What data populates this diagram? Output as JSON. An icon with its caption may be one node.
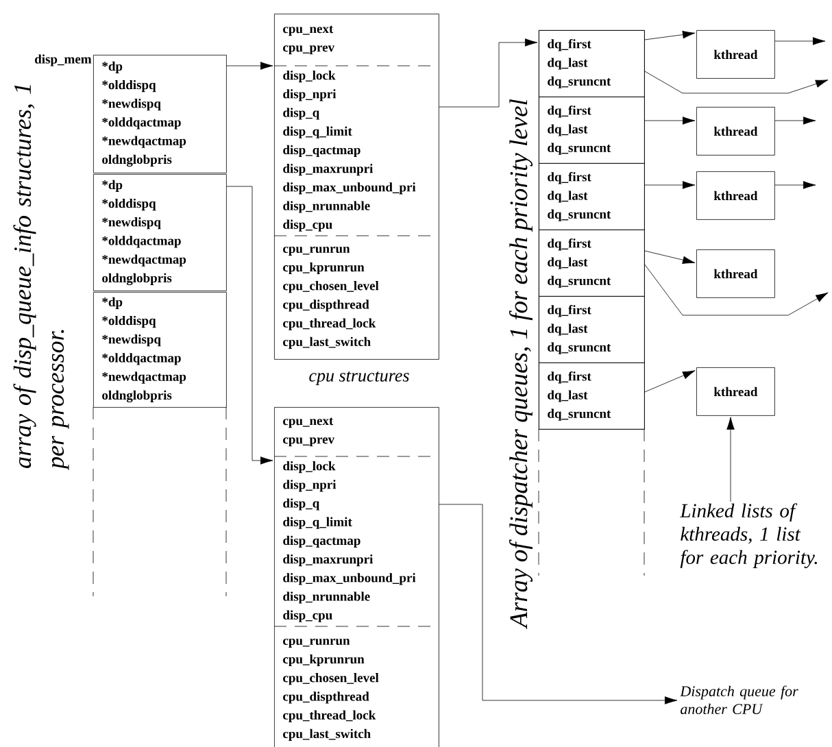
{
  "diagram": {
    "nodes": [
      {
        "text": [
          "*dp",
          "*olddispq",
          "*newdispq",
          "*olddqactmap",
          "*newdqactmap",
          "oldnglobpris"
        ],
        "beside": [
          "disp_mem"
        ]
      },
      {
        "text": [
          "*dp",
          "*olddispq",
          "*newdispq",
          "*olddqactmap",
          "*newdqactmap",
          "oldnglobpris"
        ]
      },
      {
        "text": [
          "*dp",
          "*olddispq",
          "*newdispq",
          "*olddqactmap",
          "*newdqactmap",
          "oldnglobpris"
        ]
      },
      {
        "text": [],
        "shape": "box"
      },
      {
        "text": [
          "cpu_next",
          "cpu_prev"
        ],
        "in": 3
      },
      {
        "text": [
          "disp_lock",
          "disp_npri",
          "disp_q",
          "disp_q_limit",
          "disp_qactmap",
          "disp_maxrunpri",
          "disp_max_unbound_pri",
          "disp_nrunnable",
          "disp_cpu"
        ],
        "in": 3
      },
      {
        "text": [
          "cpu_runrun",
          "cpu_kprunrun",
          "cpu_chosen_level",
          "cpu_dispthread",
          "cpu_thread_lock",
          "cpu_last_switch"
        ],
        "in": 3
      },
      {
        "text": [],
        "shape": "box"
      },
      {
        "text": [
          "cpu_next",
          "cpu_prev"
        ],
        "in": 7
      },
      {
        "text": [
          "disp_lock",
          "disp_npri",
          "disp_q",
          "disp_q_limit",
          "disp_qactmap",
          "disp_maxrunpri",
          "disp_max_unbound_pri",
          "disp_nrunnable",
          "disp_cpu"
        ],
        "in": 7
      },
      {
        "text": [
          "cpu_runrun",
          "cpu_kprunrun",
          "cpu_chosen_level",
          "cpu_dispthread",
          "cpu_thread_lock",
          "cpu_last_switch"
        ],
        "in": 7
      },
      {
        "text": [],
        "shape": "box"
      },
      {
        "text": [
          "dq_first",
          "dq_last",
          "dq_sruncnt"
        ],
        "in": 11
      },
      {
        "text": [
          "dq_first",
          "dq_last",
          "dq_sruncnt"
        ],
        "in": 11
      },
      {
        "text": [
          "dq_first",
          "dq_last",
          "dq_sruncnt"
        ],
        "in": 11
      },
      {
        "text": [
          "dq_first",
          "dq_last",
          "dq_sruncnt"
        ],
        "in": 11
      },
      {
        "text": [
          "dq_first",
          "dq_last",
          "dq_sruncnt"
        ],
        "in": 11
      },
      {
        "text": [
          "dq_first",
          "dq_last",
          "dq_sruncnt"
        ],
        "in": 11
      },
      {
        "text": [
          "kthread"
        ]
      },
      {
        "text": [
          "kthread"
        ]
      },
      {
        "text": [
          "kthread"
        ]
      },
      {
        "text": [
          "kthread"
        ]
      },
      {
        "text": [
          "kthread"
        ]
      },
      {
        "text": [
          "Linked lists of kthreads, 1 list for each priority."
        ]
      },
      {
        "text": [
          "Dispatch queue for another CPU"
        ]
      }
    ],
    "edges": [
      {
        "from": 0,
        "to": 5,
        "arrow": "to"
      },
      {
        "from": 1,
        "to": 9,
        "arrow": "to"
      },
      {
        "from": 5,
        "to": 12,
        "arrow": "to"
      },
      {
        "from": 12,
        "to": 18,
        "arrow": "to"
      },
      {
        "from": 12,
        "to": null,
        "arrow": "to"
      },
      {
        "from": 18,
        "to": null,
        "arrow": "to"
      },
      {
        "from": 13,
        "to": 19,
        "arrow": "to"
      },
      {
        "from": 19,
        "to": null,
        "arrow": "to"
      },
      {
        "from": 14,
        "to": 20,
        "arrow": "to"
      },
      {
        "from": 20,
        "to": null,
        "arrow": "to"
      },
      {
        "from": 15,
        "to": 21,
        "arrow": "to"
      },
      {
        "from": 15,
        "to": null,
        "arrow": "to"
      },
      {
        "from": 17,
        "to": 22,
        "arrow": "to"
      },
      {
        "from": 23,
        "to": 22,
        "arrow": "to"
      },
      {
        "from": 9,
        "to": 24,
        "arrow": "to"
      }
    ],
    "labels": [
      "array of disp_queue_info structures, 1 per processor.",
      "cpu structures",
      "Array of dispatcher queues, 1 for each priority level"
    ]
  }
}
